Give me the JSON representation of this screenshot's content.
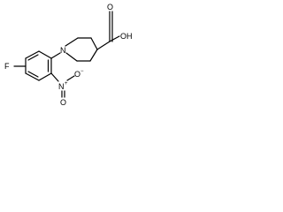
{
  "molecule": {
    "atom_labels": {
      "ring_nitrogen": "N",
      "carboxyl_oh": "OH",
      "carboxyl_o": "O",
      "fluorine": "F",
      "nitro_n": "N",
      "nitro_n_charge": "+",
      "nitro_o_top": "O",
      "nitro_o_bottom": "O",
      "nitro_o_charge": "−"
    },
    "colors": {
      "bond": "#000000",
      "label": "#000000",
      "background": "#ffffff"
    }
  }
}
